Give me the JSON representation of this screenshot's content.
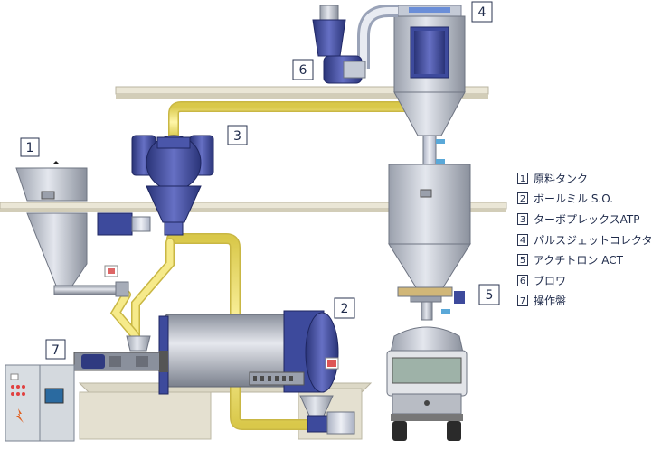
{
  "callouts": [
    "1",
    "2",
    "3",
    "4",
    "5",
    "6",
    "7"
  ],
  "legend": [
    {
      "num": "1",
      "label": "原料タンク"
    },
    {
      "num": "2",
      "label": "ボールミル S.O."
    },
    {
      "num": "3",
      "label": "ターボプレックスATP"
    },
    {
      "num": "4",
      "label": "パルスジェットコレクタ"
    },
    {
      "num": "5",
      "label": "アクチトロン ACT"
    },
    {
      "num": "6",
      "label": "ブロワ"
    },
    {
      "num": "7",
      "label": "操作盤"
    }
  ],
  "colors": {
    "platform": "#eae6d6",
    "steel": "#c8ccd6",
    "machine_blue": "#3d4a9c",
    "pipe_yellow": "#f2e26c",
    "panel": "#d8dde2"
  }
}
